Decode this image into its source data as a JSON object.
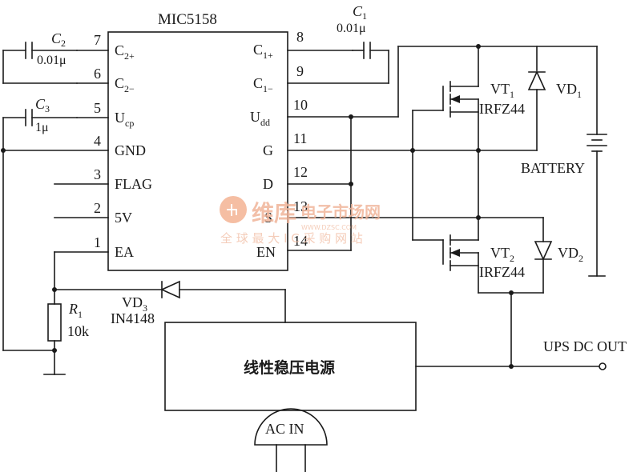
{
  "ic": {
    "name": "MIC5158",
    "left_pins": [
      {
        "num": "7",
        "label": "C",
        "sub": "2+"
      },
      {
        "num": "6",
        "label": "C",
        "sub": "2−"
      },
      {
        "num": "5",
        "label": "U",
        "sub": "cp"
      },
      {
        "num": "4",
        "label": "GND",
        "sub": ""
      },
      {
        "num": "3",
        "label": "FLAG",
        "sub": ""
      },
      {
        "num": "2",
        "label": "5V",
        "sub": ""
      },
      {
        "num": "1",
        "label": "EA",
        "sub": ""
      }
    ],
    "right_pins": [
      {
        "num": "8",
        "label": "C",
        "sub": "1+"
      },
      {
        "num": "9",
        "label": "C",
        "sub": "1−"
      },
      {
        "num": "10",
        "label": "U",
        "sub": "dd"
      },
      {
        "num": "11",
        "label": "G",
        "sub": ""
      },
      {
        "num": "12",
        "label": "D",
        "sub": ""
      },
      {
        "num": "13",
        "label": "S",
        "sub": ""
      },
      {
        "num": "14",
        "label": "EN",
        "sub": ""
      }
    ]
  },
  "components": {
    "c1": {
      "name": "C",
      "sub": "1",
      "value": "0.01μ"
    },
    "c2": {
      "name": "C",
      "sub": "2",
      "value": "0.01μ"
    },
    "c3": {
      "name": "C",
      "sub": "3",
      "value": "1μ"
    },
    "r1": {
      "name": "R",
      "sub": "1",
      "value": "10k"
    },
    "vd3": {
      "name": "VD",
      "sub": "3",
      "part": "IN4148"
    },
    "vt1": {
      "name": "VT",
      "sub": "1",
      "part": "IRFZ44"
    },
    "vt2": {
      "name": "VT",
      "sub": "2",
      "part": "IRFZ44"
    },
    "vd1": {
      "name": "VD",
      "sub": "1"
    },
    "vd2": {
      "name": "VD",
      "sub": "2"
    },
    "battery": "BATTERY",
    "regulator": "线性稳压电源",
    "ac_in": "AC IN",
    "output": "UPS DC OUT"
  },
  "watermark": {
    "brand": "维库",
    "line1": "电子市场网",
    "url": "WWW.DZSC.COM",
    "line2": "全 球 最 大 I C 采 购 网 站"
  }
}
